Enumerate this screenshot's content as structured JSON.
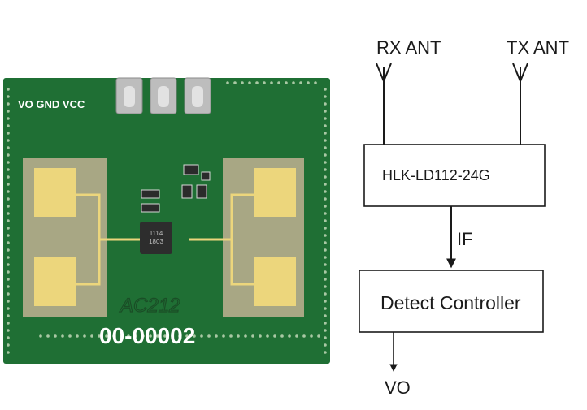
{
  "pcb": {
    "pin_labels": "VO GND VCC",
    "antenna_label": "AC212",
    "serial": "00-00002",
    "chip_marking_1": "1114",
    "chip_marking_2": "1803",
    "colors": {
      "board": "#1f6f34",
      "pad": "#ecd67c",
      "patch": "#a8a784"
    }
  },
  "diagram": {
    "rx_ant": "RX ANT",
    "tx_ant": "TX ANT",
    "module": "HLK-LD112-24G",
    "signal": "IF",
    "controller": "Detect Controller",
    "output": "VO"
  }
}
